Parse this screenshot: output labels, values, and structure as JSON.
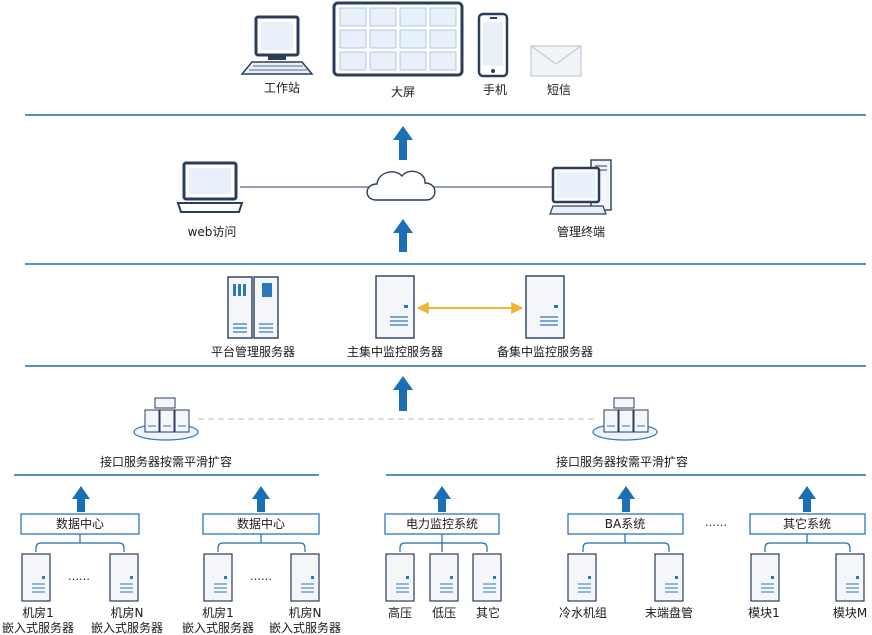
{
  "top_tier": {
    "workstation": "工作站",
    "big_screen": "大屏",
    "phone": "手机",
    "sms": "短信"
  },
  "access_tier": {
    "web": "web访问",
    "terminal": "管理终端"
  },
  "server_tier": {
    "platform": "平台管理服务器",
    "main": "主集中监控服务器",
    "backup": "备集中监控服务器"
  },
  "interface_tier": {
    "left": "接口服务器按需平滑扩容",
    "right": "接口服务器按需平滑扩容"
  },
  "data_centers": [
    {
      "title": "数据中心",
      "left_name": "机房1",
      "left_sub": "嵌入式服务器",
      "right_name": "机房N",
      "right_sub": "嵌入式服务器",
      "ellipsis": "……"
    },
    {
      "title": "数据中心",
      "left_name": "机房1",
      "left_sub": "嵌入式服务器",
      "right_name": "机房N",
      "right_sub": "嵌入式服务器",
      "ellipsis": "……"
    }
  ],
  "subsystems": {
    "power": {
      "title": "电力监控系统",
      "items": [
        "高压",
        "低压",
        "其它"
      ]
    },
    "ba": {
      "title": "BA系统",
      "items": [
        "冷水机组",
        "末端盘管"
      ]
    },
    "other": {
      "title": "其它系统",
      "items": [
        "模块1",
        "模块M"
      ]
    },
    "ellipsis": "……"
  },
  "colors": {
    "accent": "#1a6fb5",
    "line": "#1f6cb0",
    "icon_bg": "#e8f1fa",
    "icon_stroke": "#2a78bd",
    "dark": "#2a3d5a",
    "sync": "#f2b530",
    "dash": "#c8c8c8"
  }
}
